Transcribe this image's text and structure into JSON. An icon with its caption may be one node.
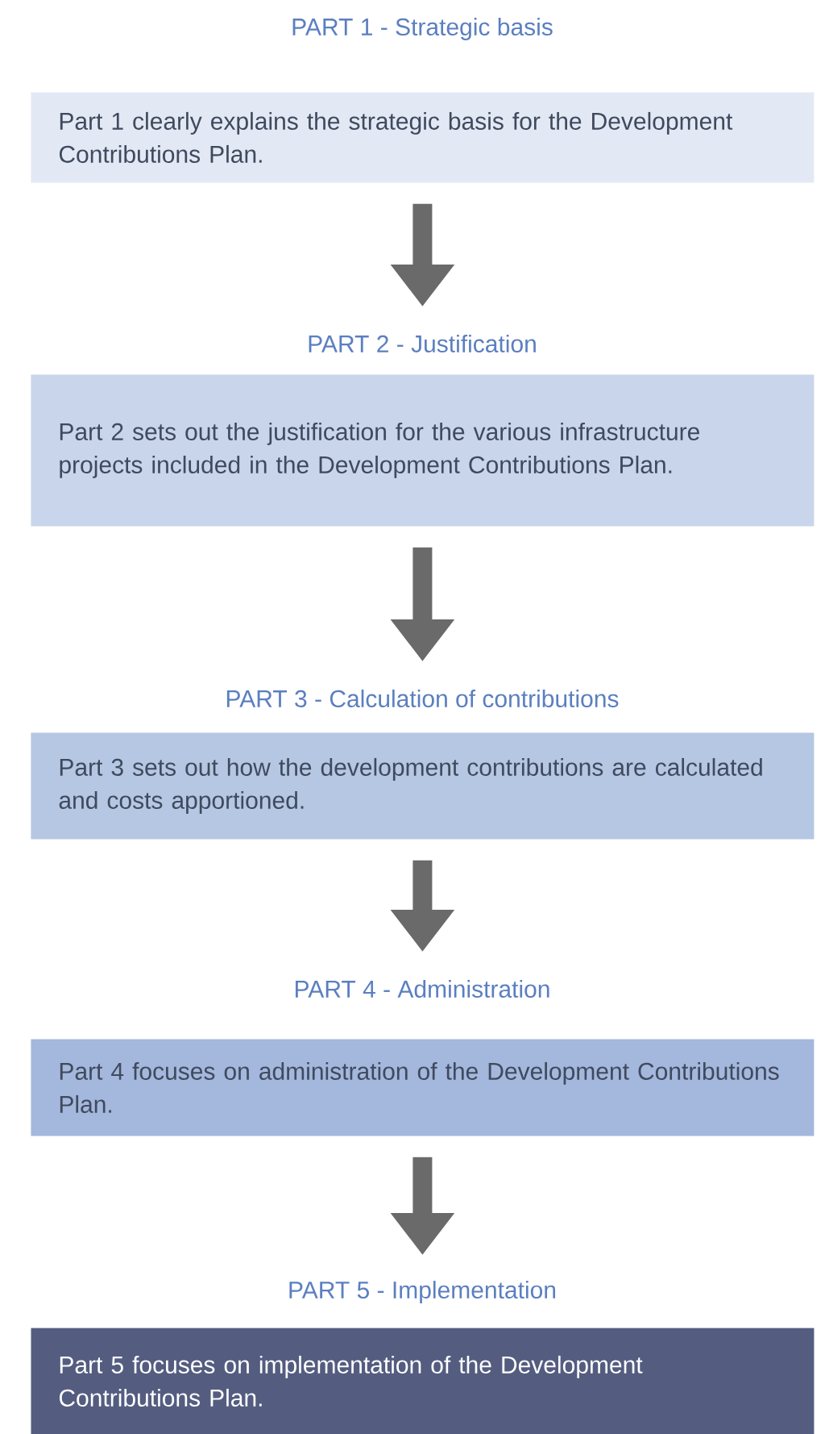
{
  "diagram": {
    "nodes": [
      {
        "text": [
          "PART 1 - Strategic basis",
          "Part 1 clearly explains the strategic basis for the Development Contributions Plan."
        ]
      },
      {
        "text": [
          "PART 2 - Justification",
          "Part 2 sets out the justification for the various infrastructure projects included in the Development Contributions Plan."
        ]
      },
      {
        "text": [
          "PART 3 - Calculation of contributions",
          "Part 3 sets out how the development contributions are calculated and costs apportioned."
        ]
      },
      {
        "text": [
          "PART 4 - Administration",
          "Part 4 focuses on administration of the Development Contributions Plan."
        ]
      },
      {
        "text": [
          "PART 5 - Implementation",
          "Part 5 focuses on implementation of the Development Contributions Plan."
        ]
      }
    ],
    "edges": [
      {
        "from": 0,
        "to": 1,
        "arrow": "to"
      },
      {
        "from": 1,
        "to": 2,
        "arrow": "to"
      },
      {
        "from": 2,
        "to": 3,
        "arrow": "to"
      },
      {
        "from": 3,
        "to": 4,
        "arrow": "to"
      }
    ]
  }
}
